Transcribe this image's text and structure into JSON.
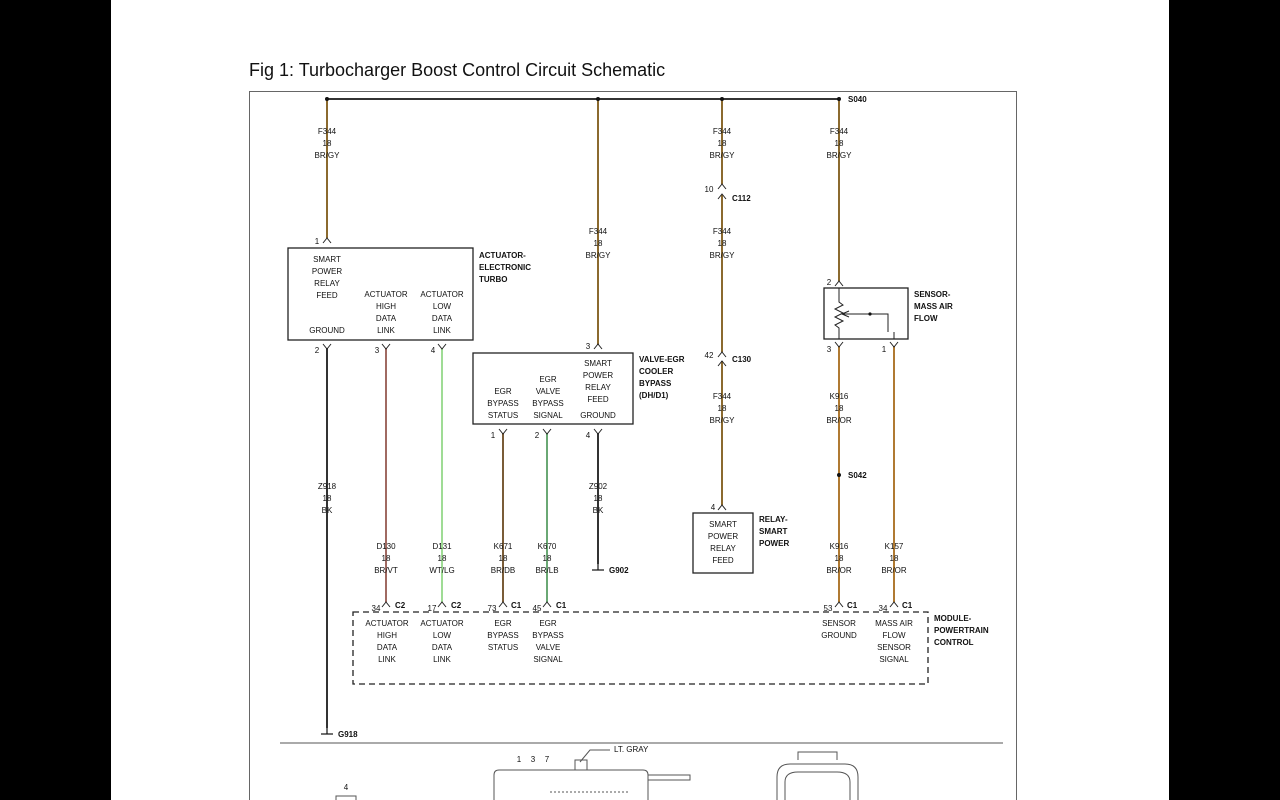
{
  "figure": {
    "title": "Fig 1: Turbocharger Boost Control Circuit Schematic",
    "colors": {
      "br_gy": "#8b6a2f",
      "br_vt": "#a06a62",
      "wt_lg": "#9fdc95",
      "bk": "#333333",
      "br_db": "#7a5c38",
      "br_lb": "#6aa874",
      "br_or": "#b07a32"
    }
  },
  "labels": {
    "s040": "S040",
    "s042": "S042",
    "f344": "F344",
    "n18": "18",
    "br_gy": "BR/GY",
    "c112": "C112",
    "c130": "C130",
    "c1": "C1",
    "c2": "C2",
    "pin1": "1",
    "pin2": "2",
    "pin3": "3",
    "pin4": "4",
    "pin10": "10",
    "pin42": "42",
    "pin34": "34",
    "pin17": "17",
    "pin73": "73",
    "pin45": "45",
    "pin53": "53",
    "pin7": "7",
    "z918": "Z918",
    "bk": "BK",
    "z902": "Z902",
    "d130": "D130",
    "br_vt": "BR/VT",
    "d131": "D131",
    "wt_lg": "WT/LG",
    "k671": "K671",
    "br_db": "BR/DB",
    "k670": "K670",
    "br_lb": "BR/LB",
    "k916": "K916",
    "br_or": "BR/OR",
    "k157": "K157",
    "g902": "G902",
    "g918": "G918",
    "lt_gray": "LT. GRAY",
    "smart": "SMART",
    "power": "POWER",
    "relay": "RELAY",
    "feed": "FEED",
    "ground": "GROUND",
    "actuator": "ACTUATOR",
    "high": "HIGH",
    "low": "LOW",
    "data": "DATA",
    "link": "LINK",
    "egr": "EGR",
    "bypass": "BYPASS",
    "status": "STATUS",
    "valve": "VALVE",
    "signal": "SIGNAL",
    "sensor": "SENSOR",
    "mass_air": "MASS AIR",
    "flow": "FLOW",
    "comp_actuator": [
      "ACTUATOR-",
      "ELECTRONIC",
      "TURBO"
    ],
    "comp_valve": [
      "VALVE-EGR",
      "COOLER",
      "BYPASS",
      "(DH/D1)"
    ],
    "comp_sensor": [
      "SENSOR-",
      "MASS AIR",
      "FLOW"
    ],
    "comp_relay": [
      "RELAY-",
      "SMART",
      "POWER"
    ],
    "comp_module": [
      "MODULE-",
      "POWERTRAIN",
      "CONTROL"
    ]
  }
}
